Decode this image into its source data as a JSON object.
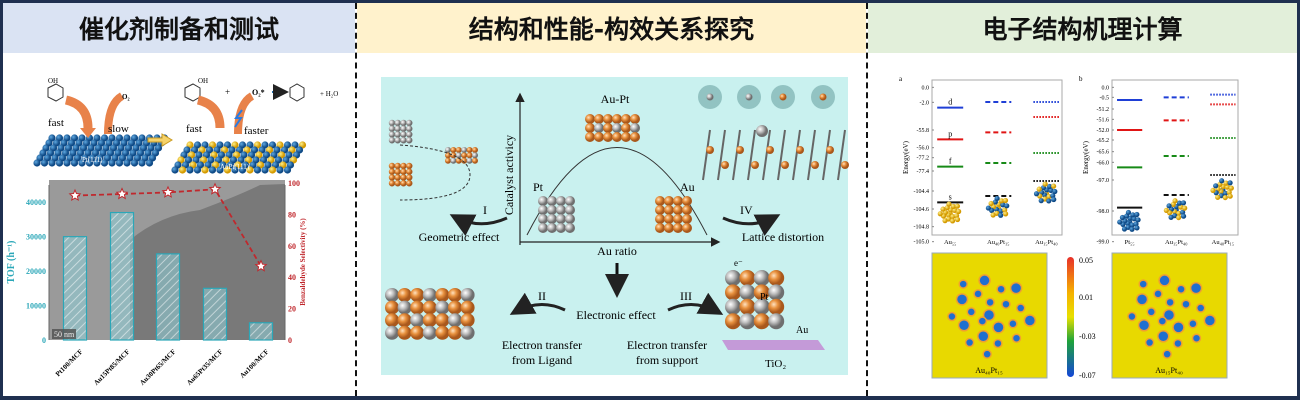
{
  "headers": [
    "催化剂制备和测试",
    "结构和性能-构效关系探究",
    "电子结构机理计算"
  ],
  "panel1": {
    "scheme": {
      "left_label_fast": "fast",
      "left_label_slow": "slow",
      "left_o2": "O₂",
      "left_surface": "Pt(111)",
      "right_label_fast": "fast",
      "right_label_faster": "faster",
      "right_surface": "AuPt(111)",
      "oh": "OH",
      "plus": "+",
      "o2_star": "O₂*",
      "h2o": "+ H₂O",
      "electron": "e"
    },
    "scale_bar": "50 nm"
  },
  "chart_data": {
    "type": "bar",
    "categories": [
      "Pt100/MCF",
      "Au15Pt85/MCF",
      "Au30Pt65/MCF",
      "Au65Pt35/MCF",
      "Au100/MCF"
    ],
    "series": [
      {
        "name": "TOF (h-1)",
        "type": "bar",
        "axis": "left",
        "values": [
          30000,
          37000,
          25000,
          15000,
          5000
        ],
        "color": "#2ba7b8"
      },
      {
        "name": "Benzaldehyde Selectivity (%)",
        "type": "line",
        "axis": "right",
        "values": [
          92,
          93,
          94,
          96,
          47
        ],
        "color": "#c0282d"
      }
    ],
    "ylabel": "TOF (h⁻¹)",
    "ylabel_right": "Benzaldehyde Selectivity (%)",
    "ylim": [
      0,
      45000
    ],
    "ylim_right": [
      0,
      100
    ],
    "yticks": [
      "0",
      "10000",
      "20000",
      "30000",
      "40000"
    ],
    "yticks_right": [
      "0",
      "20",
      "40",
      "60",
      "80",
      "100"
    ]
  },
  "panel2": {
    "y_axis": "Catalyst activicy",
    "x_axis": "Au ratio",
    "peak": "Au-Pt",
    "left_end": "Pt",
    "right_end": "Au",
    "effect1_num": "I",
    "effect1": "Geometric effect",
    "effect4_num": "IV",
    "effect4": "Lattice distortion",
    "center_effect": "Electronic effect",
    "effect2_num": "II",
    "effect2_a": "Electron transfer",
    "effect2_b": "from Ligand",
    "effect3_num": "III",
    "effect3_a": "Electron transfer",
    "effect3_b": "from support",
    "pt_label": "Pt",
    "au_label": "Au",
    "support": "TiO₂",
    "electron": "e⁻"
  },
  "panel3": {
    "a": {
      "tag": "a",
      "ylabel": "Energy(eV)",
      "ticks": [
        "0.0",
        "-2.0",
        "-55.8",
        "-56.0",
        "-77.2",
        "-77.4",
        "-104.4",
        "-104.6",
        "-104.8",
        "-105.0"
      ],
      "xlabels": [
        "Au₅₅",
        "Au₄₀Pt₁₅",
        "Au₁₅Pt₄₀"
      ],
      "orbitals": [
        "d",
        "p",
        "f",
        "s"
      ]
    },
    "b": {
      "tag": "b",
      "ylabel": "Energy(eV)",
      "ticks": [
        "0.0",
        "-0.5",
        "-51.2",
        "-51.6",
        "-52.0",
        "-65.2",
        "-65.6",
        "-66.0",
        "-97.0",
        "-98.0",
        "-99.0"
      ],
      "xlabels": [
        "Pt₅₅",
        "Au₁₅Pt₄₀",
        "Au₄₀Pt₁₅"
      ]
    },
    "colorbar": [
      "0.05",
      "0.01",
      "-0.03",
      "-0.07"
    ],
    "map_labels": [
      "Au₄₀Pt₁₅",
      "Au₁₅Pt₄₀"
    ],
    "colors": {
      "d": "#1f3fd6",
      "p": "#e01515",
      "f": "#178a17",
      "s": "#111111",
      "gold": "#f2c200",
      "blue": "#1f6fb0",
      "map_bg": "#e8d900"
    }
  }
}
